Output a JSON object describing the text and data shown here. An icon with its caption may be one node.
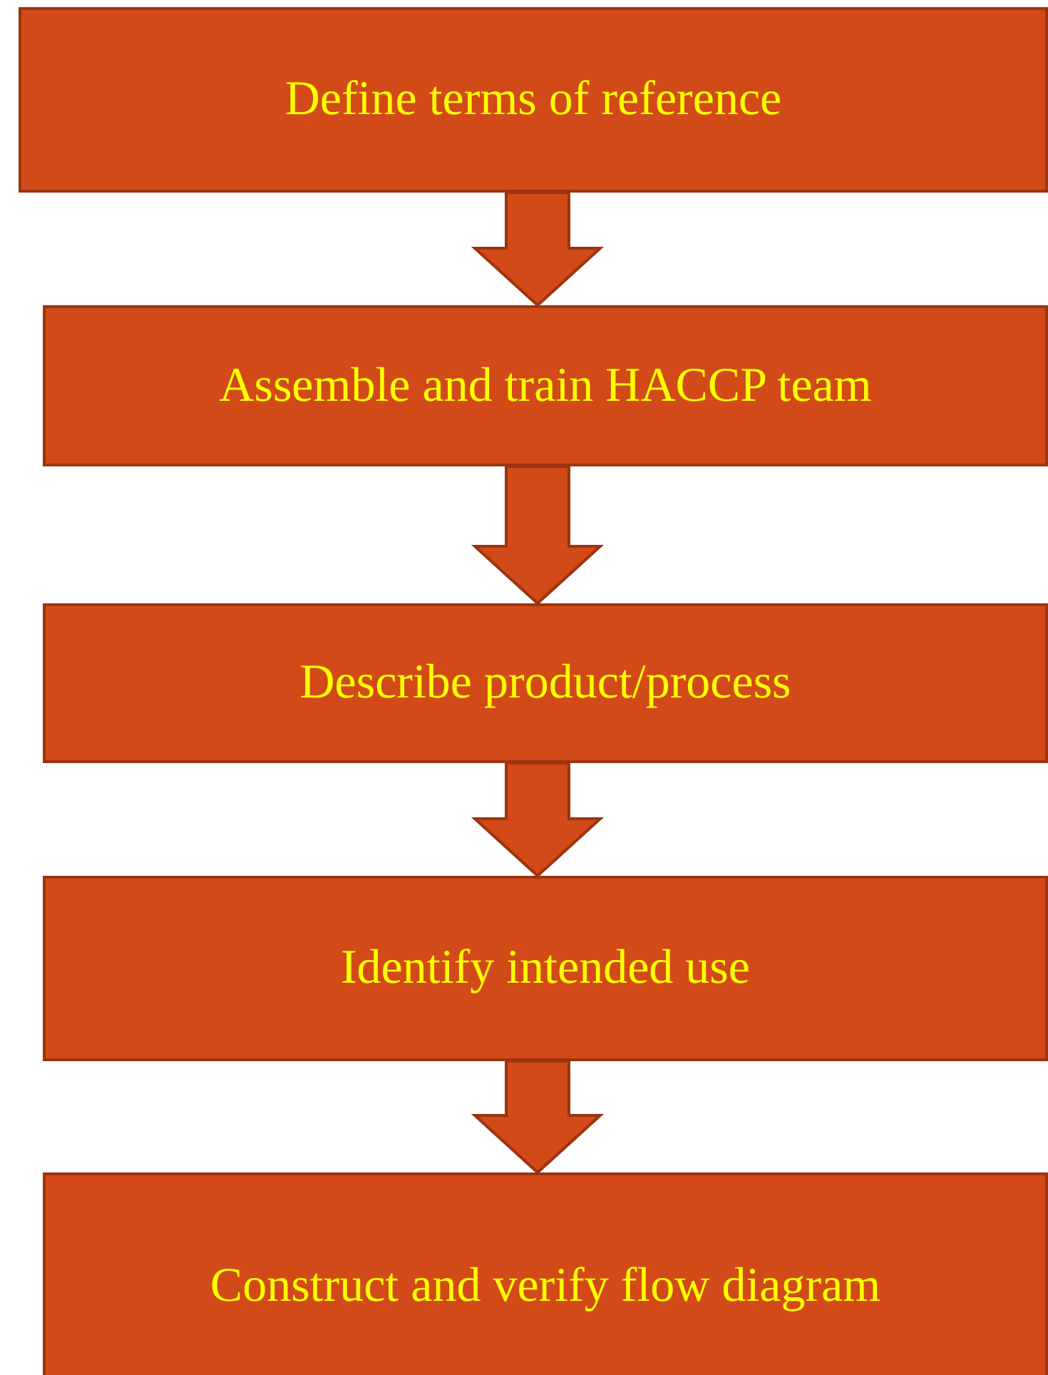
{
  "diagram": {
    "nodes": [
      {
        "text": [
          "Define terms of reference"
        ]
      },
      {
        "text": [
          "Assemble and train HACCP team"
        ]
      },
      {
        "text": [
          "Describe product/process"
        ]
      },
      {
        "text": [
          "Identify intended use"
        ]
      },
      {
        "text": [
          "Construct and verify flow diagram"
        ]
      }
    ],
    "edges": [
      {
        "from": 0,
        "to": 1,
        "arrow": "to"
      },
      {
        "from": 1,
        "to": 2,
        "arrow": "to"
      },
      {
        "from": 2,
        "to": 3,
        "arrow": "to"
      },
      {
        "from": 3,
        "to": 4,
        "arrow": "to"
      }
    ]
  }
}
